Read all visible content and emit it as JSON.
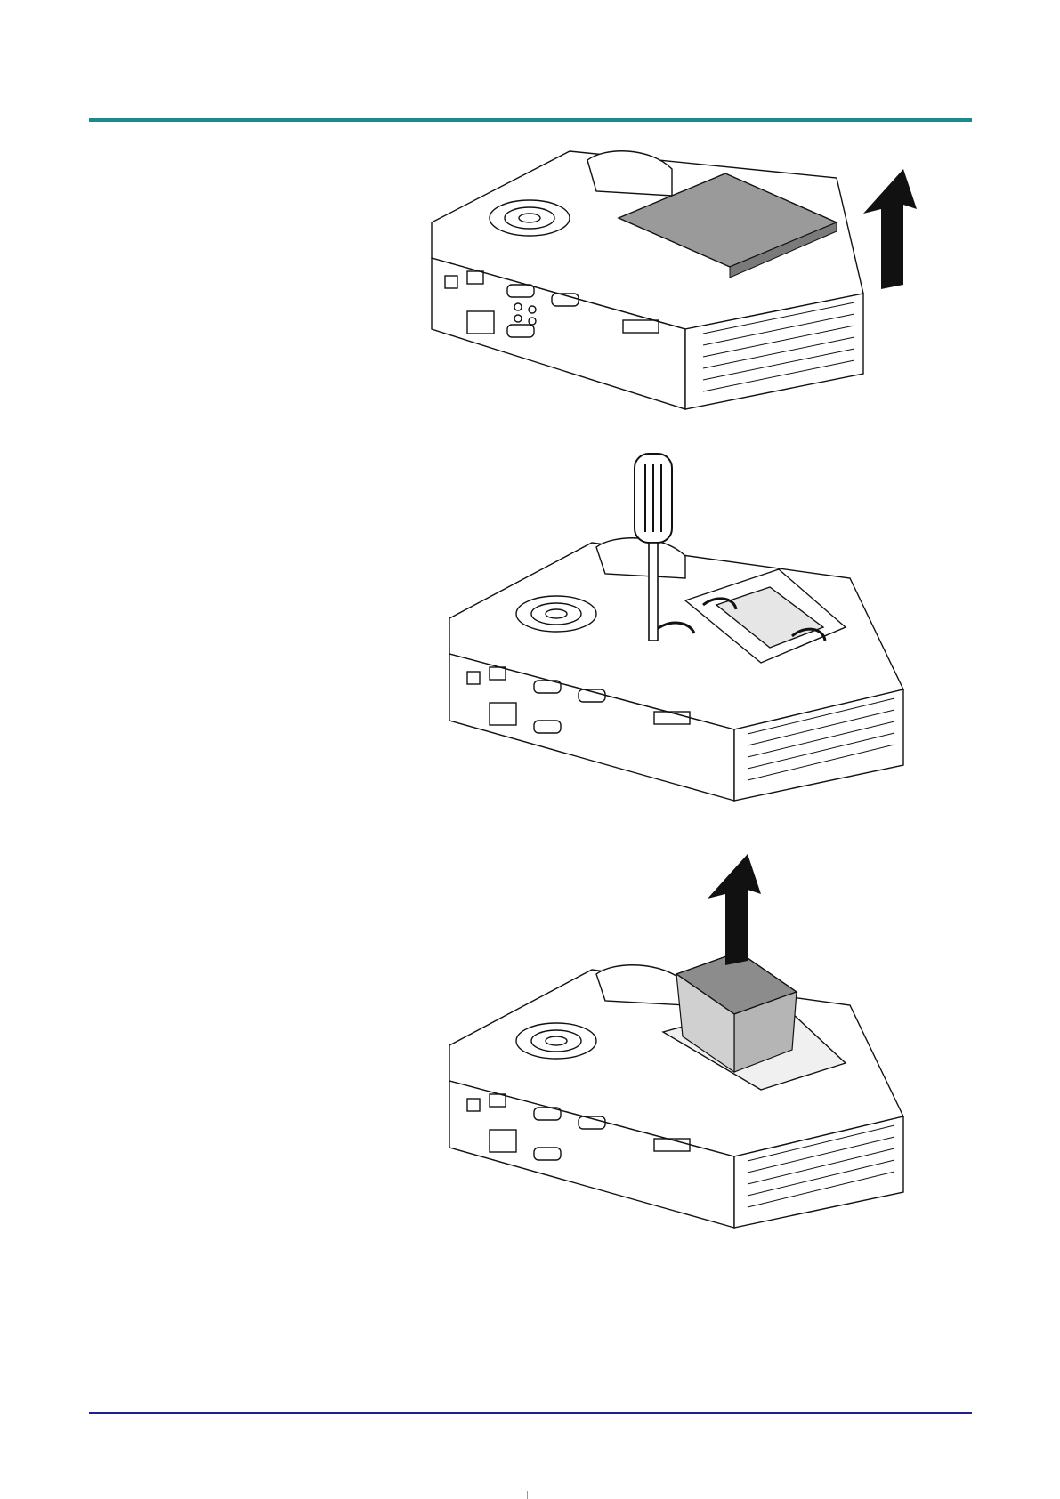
{
  "page": {
    "colors": {
      "top_rule": "#1a8a8a",
      "bottom_rule": "#1f1f8f",
      "line": "#111111",
      "cover_fill": "#9a9a9a",
      "lamp_fill": "#8c8c8c"
    }
  },
  "figures": [
    {
      "id": "step-remove-lamp-cover",
      "icon": "up-arrow-icon"
    },
    {
      "id": "step-loosen-lamp-screws",
      "icon": "screwdriver-icon"
    },
    {
      "id": "step-lift-lamp-module",
      "icon": "up-arrow-icon"
    }
  ]
}
